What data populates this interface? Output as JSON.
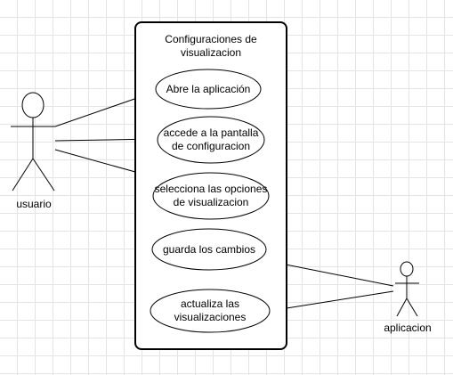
{
  "system": {
    "title_line1": "Configuraciones de",
    "title_line2": "visualizacion"
  },
  "actors": {
    "user": {
      "label": "usuario"
    },
    "app": {
      "label": "aplicacion"
    }
  },
  "use_cases": {
    "open_app": {
      "line1": "Abre la aplicación"
    },
    "access_screen": {
      "line1": "accede a la pantalla",
      "line2": "de configuracion"
    },
    "select_options": {
      "line1": "selecciona las opciones",
      "line2": "de visualizacion"
    },
    "save_changes": {
      "line1": "guarda los cambios"
    },
    "update_views": {
      "line1": "actualiza las",
      "line2": "visualizaciones"
    }
  },
  "colors": {
    "stroke": "#000000",
    "fill": "#ffffff",
    "grid": "#e4e4e4"
  }
}
